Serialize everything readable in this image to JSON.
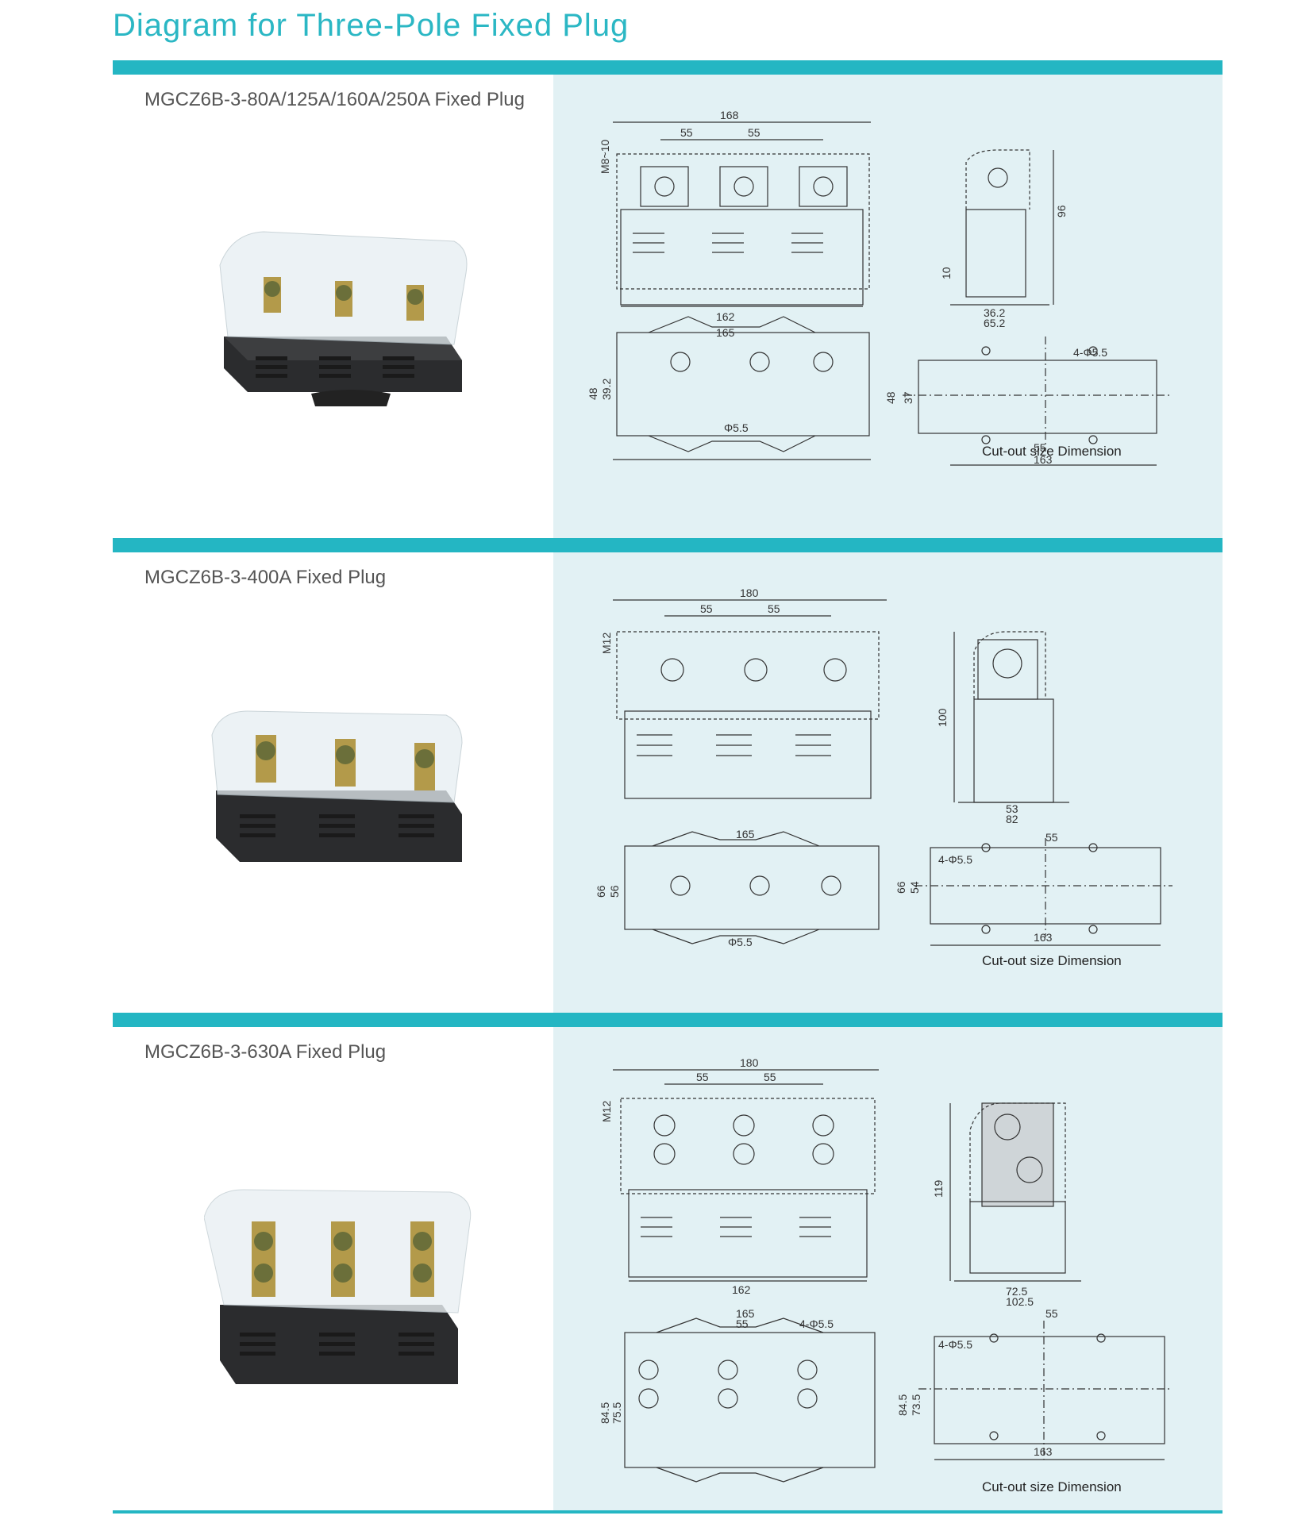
{
  "title": "Diagram for Three-Pole Fixed Plug",
  "accent": "#24b6c3",
  "sections": [
    {
      "label": "MGCZ6B-3-80A/125A/160A/250A Fixed Plug",
      "front": {
        "overall": "168",
        "pitch_a": "55",
        "pitch_b": "55",
        "thread": "M8~10",
        "base": "162"
      },
      "side": {
        "height": "96",
        "step": "10",
        "w1": "36.2",
        "w2": "65.2"
      },
      "top": {
        "overall": "165",
        "h1": "48",
        "h2": "39.2",
        "hole": "Φ5.5"
      },
      "cutout": {
        "holes": "4-Φ5.5",
        "h1": "48",
        "h2": "37",
        "pitch": "55",
        "width": "163",
        "caption": "Cut-out size Dimension"
      }
    },
    {
      "label": "MGCZ6B-3-400A Fixed Plug",
      "front": {
        "overall": "180",
        "pitch_a": "55",
        "pitch_b": "55",
        "thread": "M12"
      },
      "side": {
        "height": "100",
        "w1": "53",
        "w2": "82"
      },
      "top": {
        "overall": "165",
        "h1": "66",
        "h2": "56",
        "hole": "Φ5.5"
      },
      "cutout": {
        "holes": "4-Φ5.5",
        "h1": "66",
        "h2": "54",
        "pitch": "55",
        "width": "163",
        "caption": "Cut-out size Dimension"
      }
    },
    {
      "label": "MGCZ6B-3-630A Fixed Plug",
      "front": {
        "overall": "180",
        "pitch_a": "55",
        "pitch_b": "55",
        "thread": "M12",
        "base": "162"
      },
      "side": {
        "height": "119",
        "w1": "72.5",
        "w2": "102.5"
      },
      "top": {
        "overall": "165",
        "pitch": "55",
        "holes": "4-Φ5.5",
        "h1": "84.5",
        "h2": "75.5"
      },
      "cutout": {
        "holes": "4-Φ5.5",
        "h1": "84.5",
        "h2": "73.5",
        "pitch": "55",
        "width": "163",
        "caption": "Cut-out size Dimension"
      }
    }
  ]
}
